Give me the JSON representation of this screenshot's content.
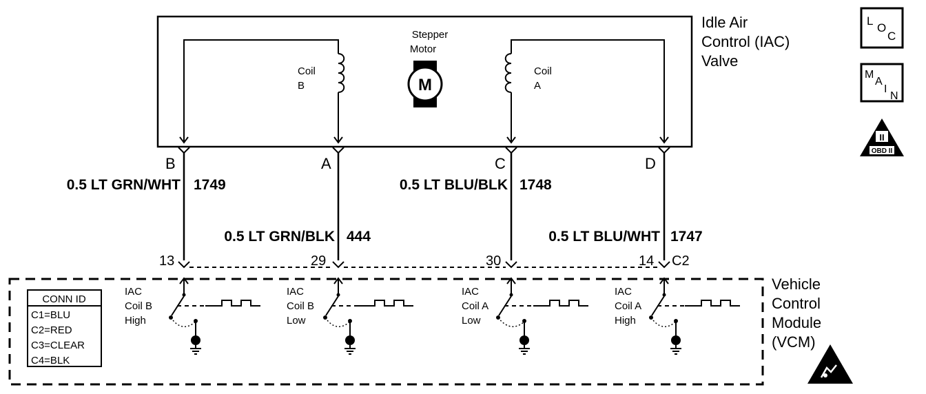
{
  "iac": {
    "title_lines": [
      "Idle Air",
      "Control (IAC)",
      "Valve"
    ],
    "motor_label_lines": [
      "Stepper",
      "Motor"
    ],
    "motor_symbol": "M",
    "coil_b_lines": [
      "Coil",
      "B"
    ],
    "coil_a_lines": [
      "Coil",
      "A"
    ]
  },
  "terminals": [
    "B",
    "A",
    "C",
    "D"
  ],
  "wires": [
    {
      "label": "0.5 LT GRN/WHT",
      "circuit": "1749"
    },
    {
      "label": "0.5 LT GRN/BLK",
      "circuit": "444"
    },
    {
      "label": "0.5 LT BLU/BLK",
      "circuit": "1748"
    },
    {
      "label": "0.5 LT BLU/WHT",
      "circuit": "1747"
    }
  ],
  "vcm_pins": [
    "13",
    "29",
    "30",
    "14"
  ],
  "vcm_connector": "C2",
  "vcm": {
    "title_lines": [
      "Vehicle",
      "Control",
      "Module",
      "(VCM)"
    ],
    "drivers": [
      {
        "lines": [
          "IAC",
          "Coil B",
          "High"
        ]
      },
      {
        "lines": [
          "IAC",
          "Coil B",
          "Low"
        ]
      },
      {
        "lines": [
          "IAC",
          "Coil A",
          "Low"
        ]
      },
      {
        "lines": [
          "IAC",
          "Coil A",
          "High"
        ]
      }
    ]
  },
  "conn_id": {
    "title": "CONN ID",
    "rows": [
      "C1=BLU",
      "C2=RED",
      "C3=CLEAR",
      "C4=BLK"
    ]
  },
  "badges": {
    "loc": [
      "L",
      "O",
      "C"
    ],
    "main": [
      "M",
      "A",
      "I",
      "N"
    ],
    "obd": {
      "numeral": "II",
      "text": "OBD II"
    }
  },
  "icons": [
    "loc-icon",
    "main-icon",
    "obd-ii-icon",
    "esd-warning-icon",
    "ground-icon",
    "coil-icon",
    "motor-icon"
  ]
}
